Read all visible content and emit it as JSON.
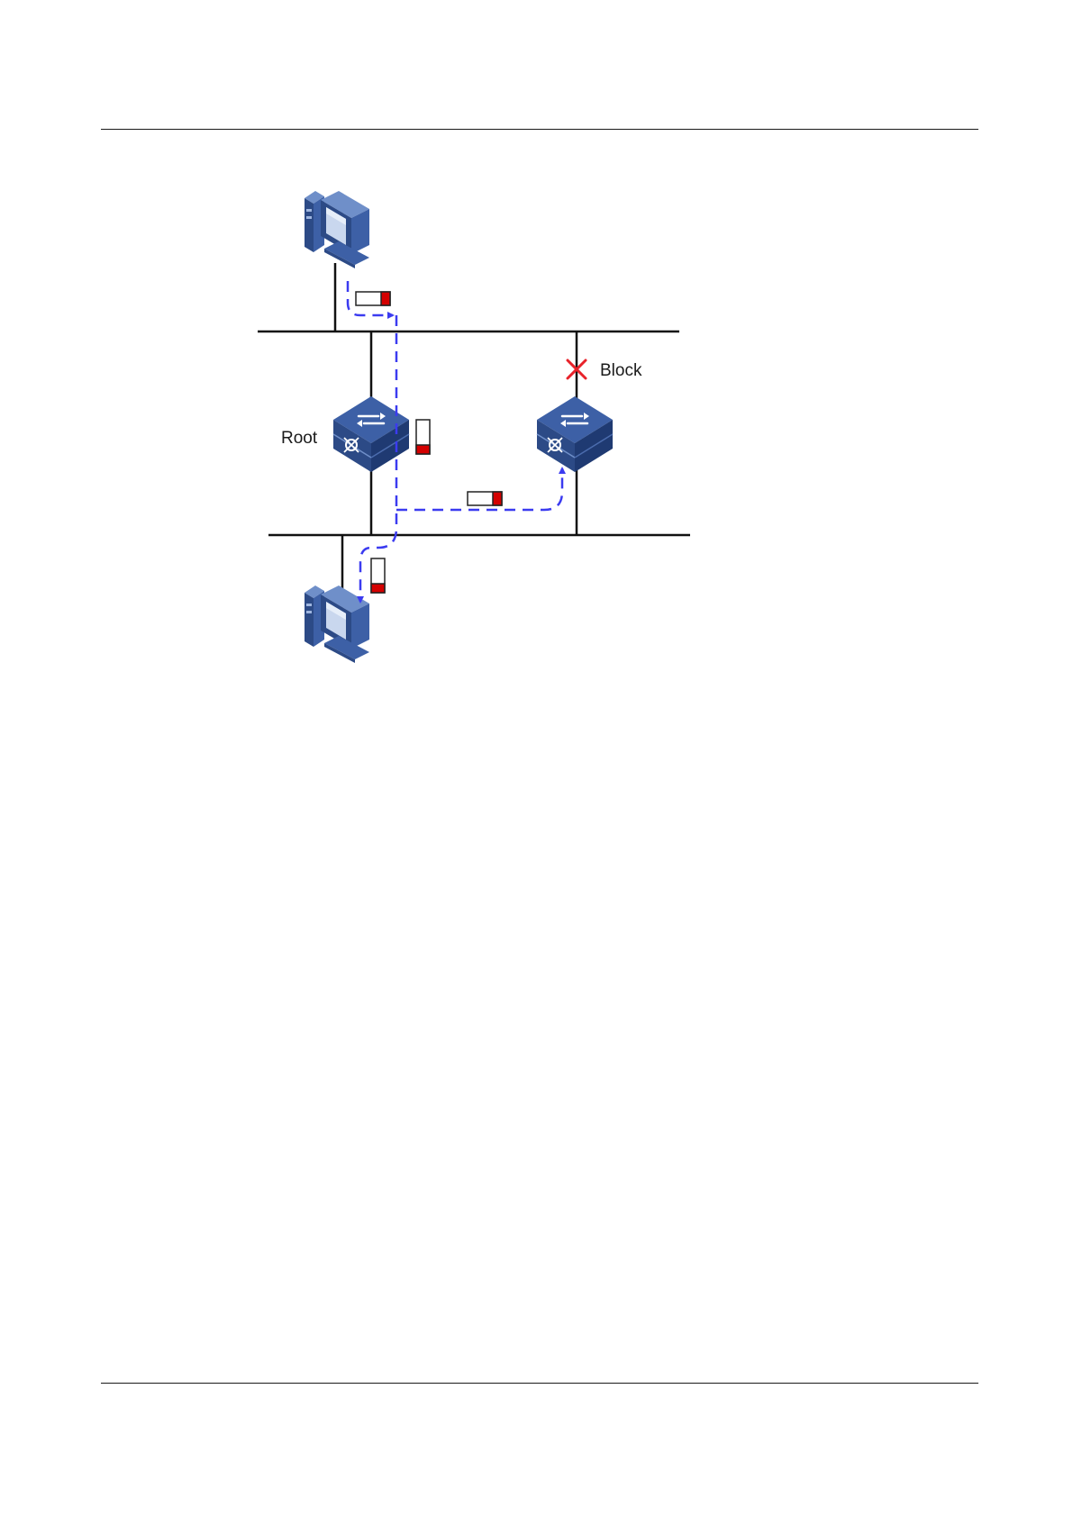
{
  "diagram": {
    "labels": {
      "root": "Root",
      "block": "Block"
    },
    "colors": {
      "wire": "#111111",
      "path": "#3b3bf0",
      "block_mark": "#e8222a",
      "frame_fill": "#d40000",
      "device_dark": "#2c4a86",
      "device_mid": "#3d60a6",
      "device_light": "#6f8fc9"
    },
    "nodes": [
      {
        "kind": "pc",
        "name": "top-pc"
      },
      {
        "kind": "pc",
        "name": "bottom-pc"
      },
      {
        "kind": "switch",
        "name": "root-switch",
        "label_key": "root"
      },
      {
        "kind": "switch",
        "name": "right-switch"
      }
    ],
    "icons": [
      "pc-icon",
      "switch-icon",
      "block-x-icon",
      "frame-icon",
      "arrow-icon"
    ]
  }
}
